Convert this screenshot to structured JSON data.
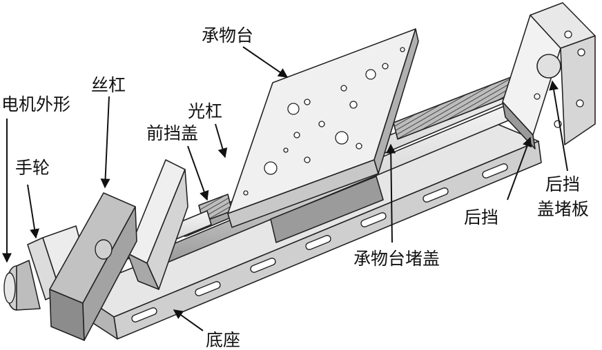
{
  "labels": {
    "motor": "电机外形",
    "handwheel": "手轮",
    "lead_screw": "丝杠",
    "guide_rod": "光杠",
    "front_cover": "前挡盖",
    "stage_table": "承物台",
    "stage_plug_cover": "承物台堵盖",
    "rear_stop": "后挡",
    "rear_cover_plug_line1": "后挡",
    "rear_cover_plug_line2": "盖堵板",
    "base": "底座"
  }
}
